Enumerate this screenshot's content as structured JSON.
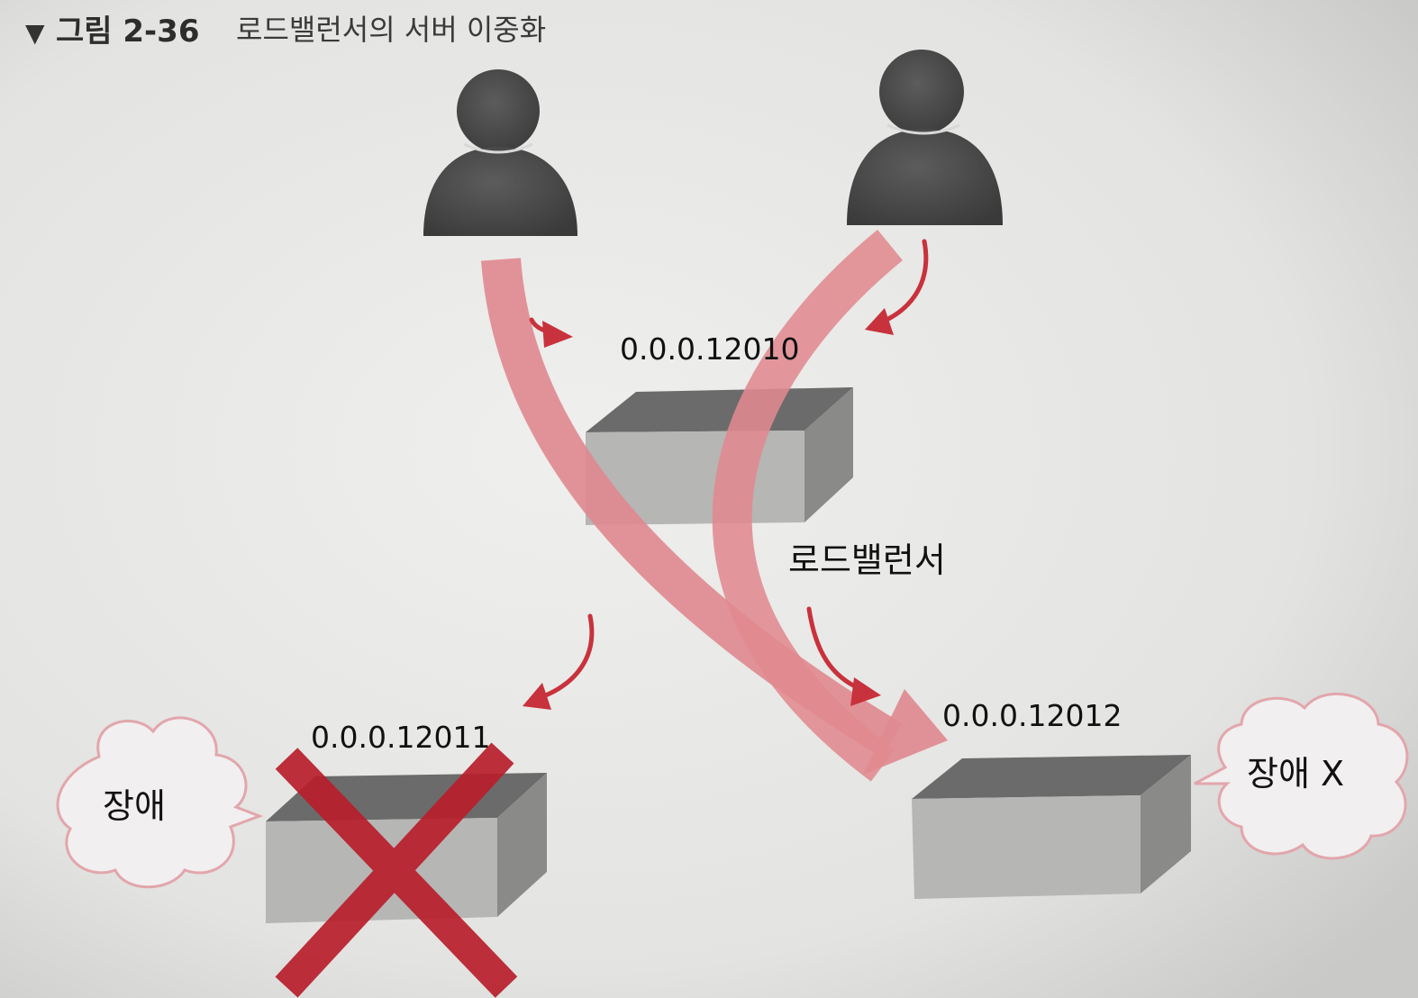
{
  "figure": {
    "marker": "▼",
    "number": "그림 2-36",
    "title": "로드밸런서의 서버 이중화"
  },
  "nodes": {
    "load_balancer": {
      "ip": "0.0.0.12010",
      "label": "로드밸런서"
    },
    "server_failed": {
      "ip": "0.0.0.12011",
      "status": "장애"
    },
    "server_ok": {
      "ip": "0.0.0.12012",
      "status": "장애 X"
    }
  },
  "users": [
    {
      "icon": "user-icon"
    },
    {
      "icon": "user-icon"
    }
  ],
  "colors": {
    "thick_arrow": "#e08a90",
    "thin_arrow": "#c8323c",
    "cross": "#b81f2c",
    "bubble_stroke": "#e2a6ac",
    "box_top": "#6e6e6e",
    "box_front": "#b8b8b6",
    "box_side": "#8c8c8a",
    "user": "#4a4a4a"
  }
}
